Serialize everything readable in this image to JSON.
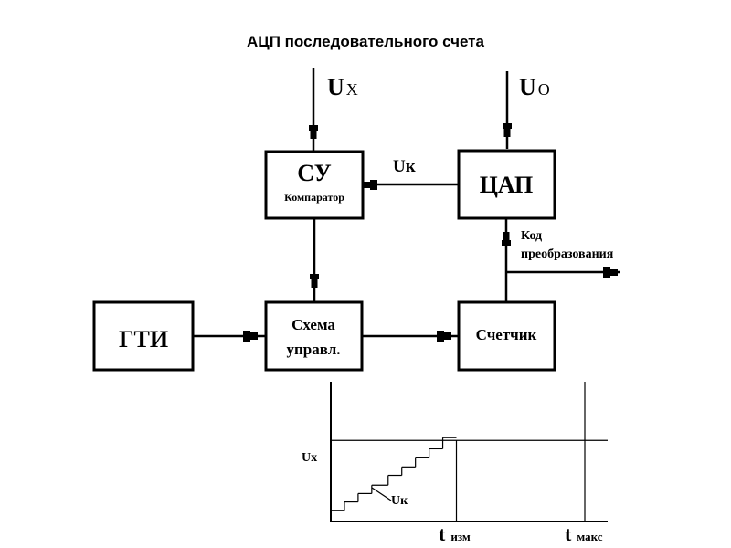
{
  "title": "АЦП последовательного счета",
  "blocks": {
    "su": {
      "label": "СУ",
      "sublabel": "Компаратор"
    },
    "cap": {
      "label": "ЦАП"
    },
    "gti": {
      "label": "ГТИ"
    },
    "scheme": {
      "line1": "Схема",
      "line2": "управл."
    },
    "counter": {
      "label": "Счетчик"
    }
  },
  "signals": {
    "ux": {
      "main": "U",
      "sub": "X"
    },
    "uo": {
      "main": "U",
      "sub": "O"
    },
    "uk": "Uк",
    "code_line1": "Код",
    "code_line2": "преобразования"
  },
  "chart_data": {
    "type": "line",
    "title": "",
    "xlabel": "",
    "ylabel": "",
    "y_marker_label": "Ux",
    "series_label": "Uк",
    "x_markers": [
      {
        "main": "t",
        "sub": "изм",
        "x": 0.46
      },
      {
        "main": "t",
        "sub": "макс",
        "x": 0.93
      }
    ],
    "ux_level": 0.58,
    "steps": [
      {
        "x0": 0.0,
        "x1": 0.05,
        "y": 0.08
      },
      {
        "x0": 0.05,
        "x1": 0.1,
        "y": 0.14
      },
      {
        "x0": 0.1,
        "x1": 0.15,
        "y": 0.2
      },
      {
        "x0": 0.15,
        "x1": 0.21,
        "y": 0.26
      },
      {
        "x0": 0.21,
        "x1": 0.26,
        "y": 0.33
      },
      {
        "x0": 0.26,
        "x1": 0.31,
        "y": 0.39
      },
      {
        "x0": 0.31,
        "x1": 0.36,
        "y": 0.46
      },
      {
        "x0": 0.36,
        "x1": 0.41,
        "y": 0.52
      },
      {
        "x0": 0.41,
        "x1": 0.46,
        "y": 0.6
      }
    ],
    "xlim": [
      0,
      1
    ],
    "ylim": [
      0,
      1
    ]
  }
}
